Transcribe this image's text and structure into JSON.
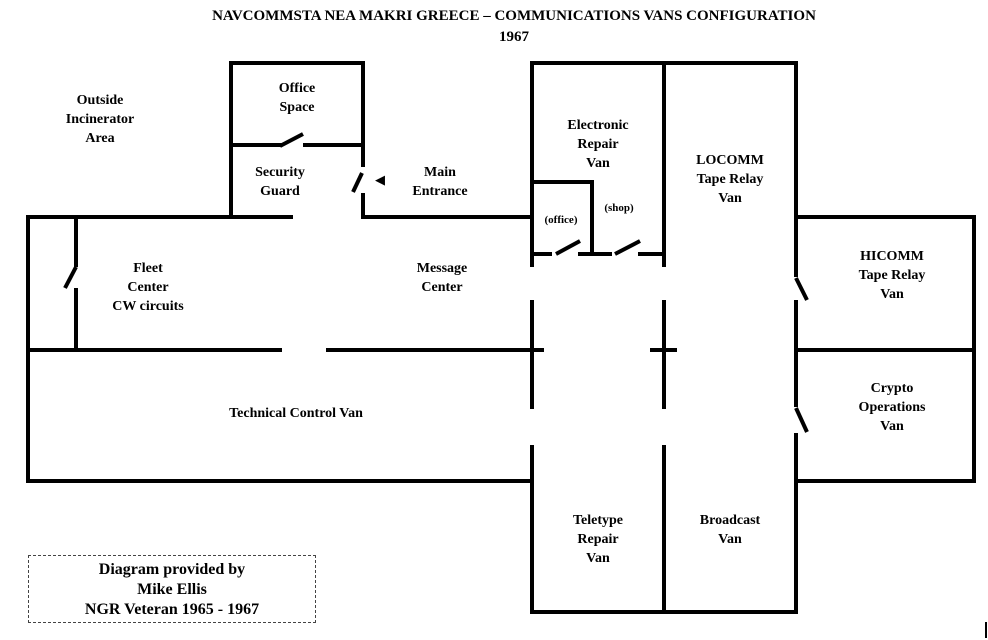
{
  "title": {
    "line1": "NAVCOMMSTA NEA MAKRI GREECE – COMMUNICATIONS VANS CONFIGURATION",
    "line2": "1967"
  },
  "rooms": {
    "outside_incinerator": [
      "Outside",
      "Incinerator",
      "Area"
    ],
    "office_space": [
      "Office",
      "Space"
    ],
    "security_guard": [
      "Security",
      "Guard"
    ],
    "main_entrance": [
      "Main",
      "Entrance"
    ],
    "electronic_repair": [
      "Electronic",
      "Repair",
      "Van"
    ],
    "electronic_office": "(office)",
    "electronic_shop": "(shop)",
    "locomm": [
      "LOCOMM",
      "Tape Relay",
      "Van"
    ],
    "hicomm": [
      "HICOMM",
      "Tape Relay",
      "Van"
    ],
    "crypto": [
      "Crypto",
      "Operations",
      "Van"
    ],
    "fleet_center": [
      "Fleet",
      "Center",
      "CW circuits"
    ],
    "message_center": [
      "Message",
      "Center"
    ],
    "technical_control": "Technical Control Van",
    "teletype_repair": [
      "Teletype",
      "Repair",
      "Van"
    ],
    "broadcast": [
      "Broadcast",
      "Van"
    ]
  },
  "icons": {
    "entrance_arrow": "◀"
  },
  "credit": {
    "line1": "Diagram provided by",
    "line2": "Mike Ellis",
    "line3": "NGR Veteran 1965 - 1967"
  }
}
